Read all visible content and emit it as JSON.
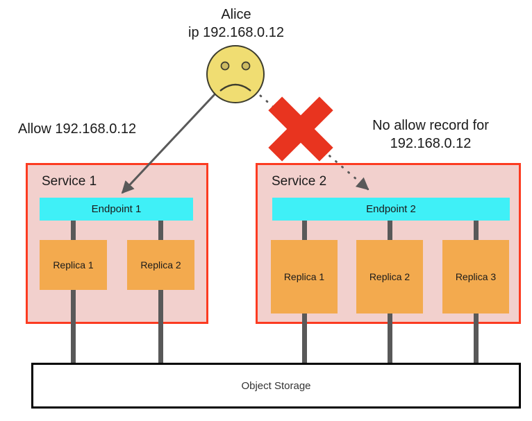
{
  "diagram": {
    "title": "Service endpoint allow-list access diagram",
    "colors": {
      "service_fill": "#f2d0cd",
      "service_border": "#fc3b21",
      "endpoint_fill": "#3ff0f7",
      "replica_fill": "#f3aa4e",
      "connector": "#595959",
      "arrow": "#595959",
      "cross": "#e8341f",
      "face_fill": "#f0dd72",
      "storage_border": "#000000",
      "text": "#1a1a1a"
    }
  },
  "actor": {
    "name": "Alice",
    "ip_line": "ip 192.168.0.12",
    "icon": "sad-face-icon",
    "mood": "sad"
  },
  "annotations": {
    "allow_label": "Allow 192.168.0.12",
    "deny_label_line1": "No allow record for",
    "deny_label_line2": "192.168.0.12",
    "deny_marker": "red-cross-icon"
  },
  "services": [
    {
      "id": "service-1",
      "title": "Service 1",
      "endpoint": "Endpoint 1",
      "access": "allowed",
      "replicas": [
        {
          "label": "Replica 1"
        },
        {
          "label": "Replica 2"
        }
      ]
    },
    {
      "id": "service-2",
      "title": "Service 2",
      "endpoint": "Endpoint 2",
      "access": "denied",
      "replicas": [
        {
          "label": "Replica 1"
        },
        {
          "label": "Replica 2"
        },
        {
          "label": "Replica 3"
        }
      ]
    }
  ],
  "storage": {
    "label": "Object Storage"
  }
}
